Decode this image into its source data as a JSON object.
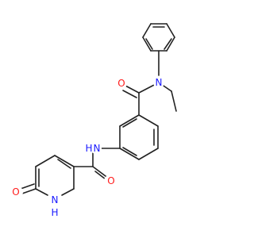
{
  "colors": {
    "bond": "#222222",
    "nitrogen": "#1a1aff",
    "oxygen": "#ff1a1a",
    "background": "#ffffff"
  },
  "atoms": {
    "n_amine": "N",
    "o_amide_top": "O",
    "nh_amide": "N",
    "nh_amide_h": "H",
    "o_amide_bottom": "O",
    "o_pyridone": "O",
    "nh_ring": "N",
    "nh_ring_h": "H"
  }
}
